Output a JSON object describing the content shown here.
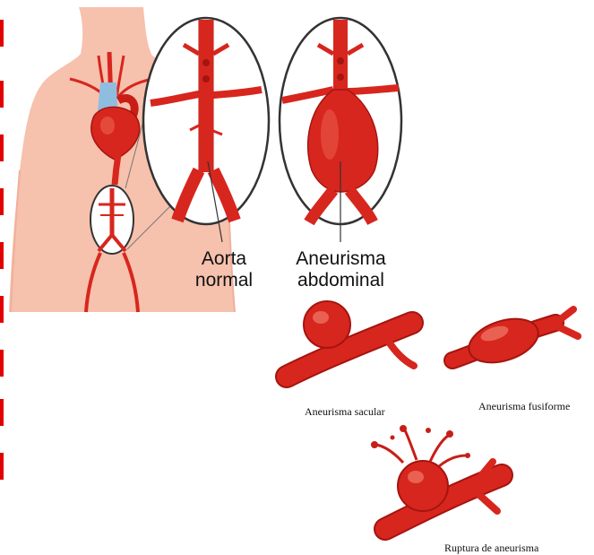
{
  "labels": {
    "normal_line1": "Aorta",
    "normal_line2": "normal",
    "abdominal_line1": "Aneurisma",
    "abdominal_line2": "abdominal",
    "sacular": "Aneurisma sacular",
    "fusiforme": "Aneurisma fusiforme",
    "ruptura": "Ruptura de aneurisma"
  },
  "colors": {
    "skin": "#f6c1ad",
    "artery": "#d7261e",
    "artery_dark": "#a5140f",
    "vein": "#8fbde0",
    "margin_dash": "#e10000"
  }
}
